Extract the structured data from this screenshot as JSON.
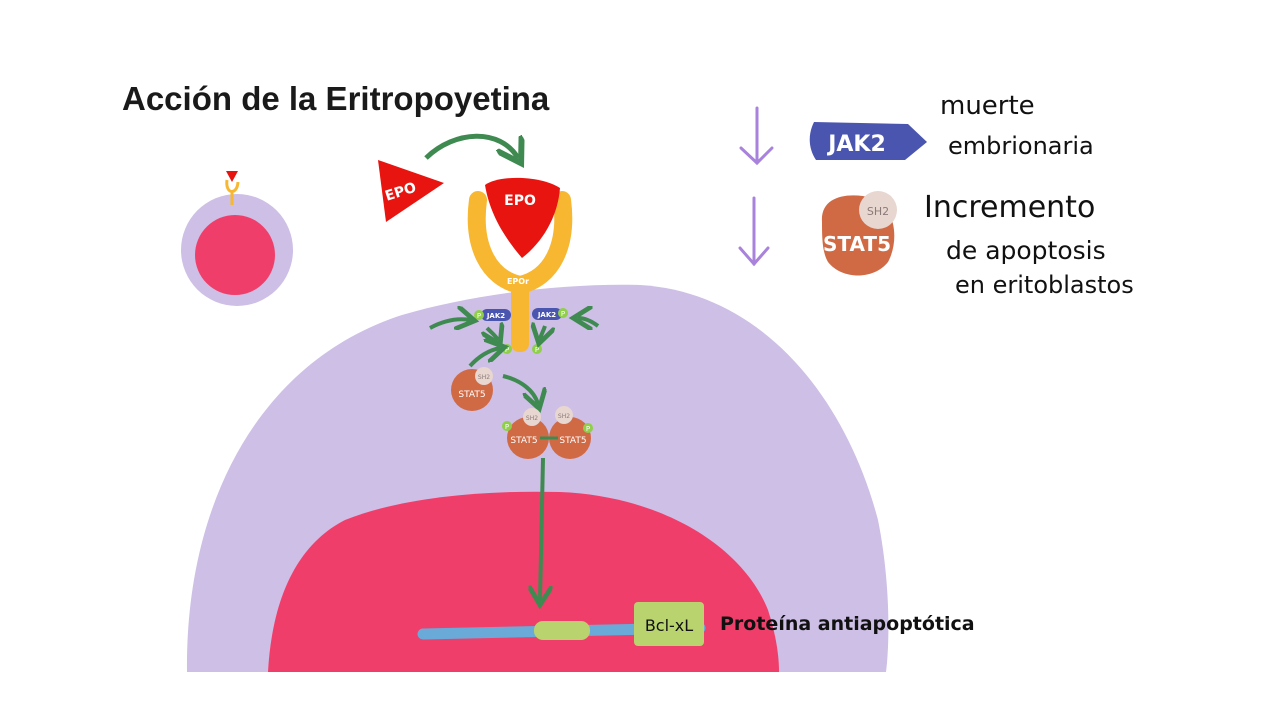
{
  "slide": {
    "title": "Acción de la Eritropoyetina"
  },
  "labels": {
    "epo_free": "EPO",
    "epo_bound": "EPO",
    "receptor": "EPOr",
    "jak2_left": "JAK2",
    "jak2_right": "JAK2",
    "phospho": "P",
    "stat5_single": "STAT5",
    "sh2_single": "SH2",
    "stat5_dimer_left": "STAT5",
    "stat5_dimer_right": "STAT5",
    "sh2_dimer": "SH2",
    "gene": "Bcl-xL",
    "protein": "Proteína antiapoptótica"
  },
  "knockout": {
    "jak2_badge": "JAK2",
    "jak2_effect_line1": "muerte",
    "jak2_effect_line2": "embrionaria",
    "stat5_badge": "STAT5",
    "stat5_sh2": "SH2",
    "stat5_effect_line1": "Incremento",
    "stat5_effect_line2": "de apoptosis",
    "stat5_effect_line3": "en eritoblastos"
  },
  "colors": {
    "cytoplasm": "#cdbfe5",
    "nucleus": "#f03e6a",
    "epo": "#e8140f",
    "receptor": "#f7b731",
    "jak2": "#4a55b0",
    "phospho": "#8fcf4a",
    "stat5": "#d06a45",
    "sh2": "#e8d6d0",
    "arrow_green": "#3f8a50",
    "arrow_purple": "#a982dc",
    "dna": "#6aaad8",
    "gene_box": "#b9d36e"
  }
}
